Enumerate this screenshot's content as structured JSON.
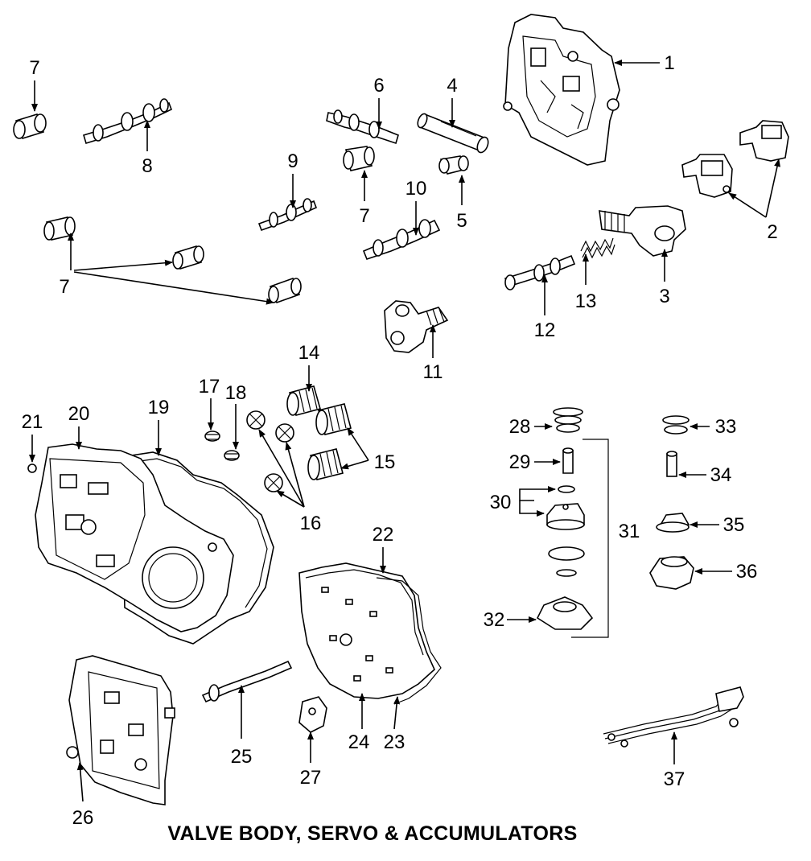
{
  "diagram": {
    "title": "VALVE BODY, SERVO & ACCUMULATORS",
    "callouts": {
      "c1": "1",
      "c2": "2",
      "c3": "3",
      "c4": "4",
      "c5": "5",
      "c6": "6",
      "c7a": "7",
      "c7b": "7",
      "c7c": "7",
      "c8": "8",
      "c9": "9",
      "c10": "10",
      "c11": "11",
      "c12": "12",
      "c13": "13",
      "c14": "14",
      "c15": "15",
      "c16": "16",
      "c17": "17",
      "c18": "18",
      "c19": "19",
      "c20": "20",
      "c21": "21",
      "c22": "22",
      "c23": "23",
      "c24": "24",
      "c25": "25",
      "c26": "26",
      "c27": "27",
      "c28": "28",
      "c29": "29",
      "c30": "30",
      "c31": "31",
      "c32": "32",
      "c33": "33",
      "c34": "34",
      "c35": "35",
      "c36": "36",
      "c37": "37"
    }
  }
}
